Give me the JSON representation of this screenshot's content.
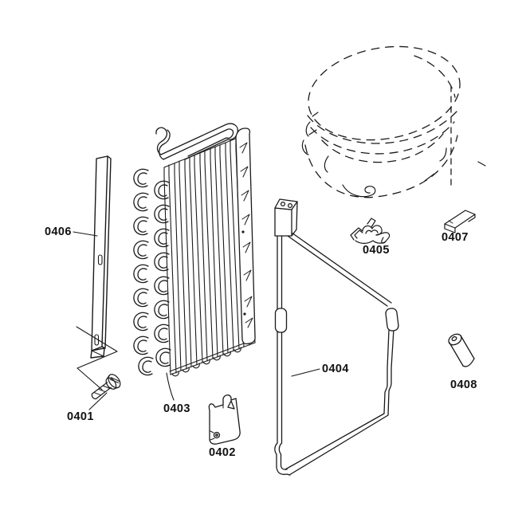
{
  "diagram": {
    "type": "exploded-parts-diagram",
    "colors": {
      "background": "#ffffff",
      "line": "#1a1a1a",
      "label_text": "#111111"
    },
    "labels": [
      {
        "text": "0401"
      },
      {
        "text": "0402"
      },
      {
        "text": "0403"
      },
      {
        "text": "0404"
      },
      {
        "text": "0405"
      },
      {
        "text": "0406"
      },
      {
        "text": "0407"
      },
      {
        "text": "0408"
      }
    ]
  }
}
